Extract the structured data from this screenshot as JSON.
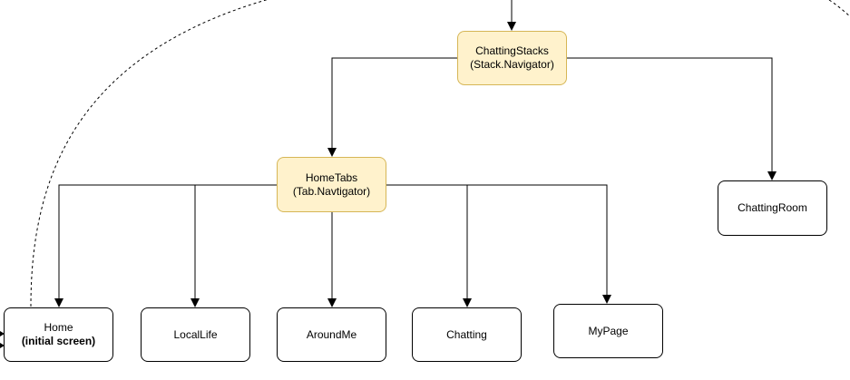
{
  "nodes": {
    "chatting_stacks": {
      "title": "ChattingStacks",
      "subtitle": "(Stack.Navigator)"
    },
    "home_tabs": {
      "title": "HomeTabs",
      "subtitle": "(Tab.Navtigator)"
    },
    "chatting_room": {
      "title": "ChattingRoom"
    },
    "home": {
      "title": "Home",
      "subtitle": "(initial screen)"
    },
    "local_life": {
      "title": "LocalLife"
    },
    "around_me": {
      "title": "AroundMe"
    },
    "chatting": {
      "title": "Chatting"
    },
    "my_page": {
      "title": "MyPage"
    }
  },
  "colors": {
    "navigator_fill": "#fff2cc",
    "navigator_border": "#d6b656",
    "screen_fill": "#ffffff",
    "line": "#000000"
  }
}
